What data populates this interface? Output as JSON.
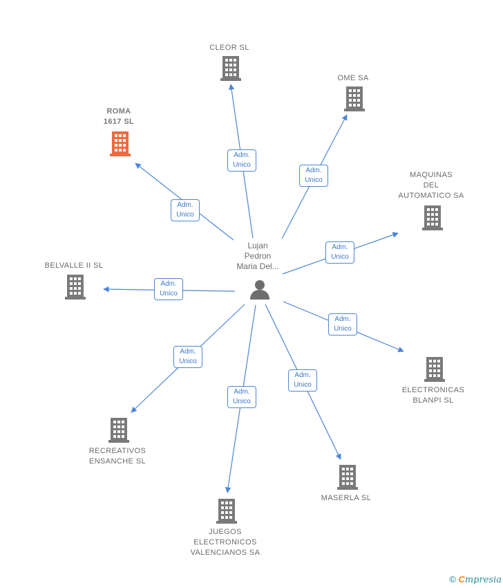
{
  "center": {
    "lines": [
      "Lujan",
      "Pedron",
      "Maria Del..."
    ],
    "icon": "person-icon"
  },
  "relation": {
    "line1": "Adm.",
    "line2": "Unico"
  },
  "colors": {
    "edge": "#4a86d8",
    "building": "#7a7a7a",
    "highlight": "#f26a3d"
  },
  "companies": [
    {
      "id": "roma-1617-sl",
      "lines": [
        "ROMA",
        "1617 SL"
      ],
      "highlight": true,
      "icon": "building-icon"
    },
    {
      "id": "cleor-sl",
      "lines": [
        "CLEOR SL"
      ],
      "highlight": false,
      "icon": "building-icon"
    },
    {
      "id": "ome-sa",
      "lines": [
        "OME SA"
      ],
      "highlight": false,
      "icon": "building-icon"
    },
    {
      "id": "maquinas-del-automatico-sa",
      "lines": [
        "MAQUINAS",
        "DEL",
        "AUTOMATICO SA"
      ],
      "highlight": false,
      "icon": "building-icon"
    },
    {
      "id": "belvalle-ii-sl",
      "lines": [
        "BELVALLE II SL"
      ],
      "highlight": false,
      "icon": "building-icon"
    },
    {
      "id": "electronicas-blanpi-sl",
      "lines": [
        "ELECTRONICAS",
        "BLANPI SL"
      ],
      "highlight": false,
      "icon": "building-icon"
    },
    {
      "id": "recreativos-ensanche-sl",
      "lines": [
        "RECREATIVOS",
        "ENSANCHE SL"
      ],
      "highlight": false,
      "icon": "building-icon"
    },
    {
      "id": "maserla-sl",
      "lines": [
        "MASERLA SL"
      ],
      "highlight": false,
      "icon": "building-icon"
    },
    {
      "id": "juegos-electronicos-valencianos-sa",
      "lines": [
        "JUEGOS",
        "ELECTRONICOS",
        "VALENCIANOS SA"
      ],
      "highlight": false,
      "icon": "building-icon"
    }
  ],
  "footer": {
    "copyright": "©",
    "brand_initial": "C",
    "brand_rest": "mpresia"
  }
}
